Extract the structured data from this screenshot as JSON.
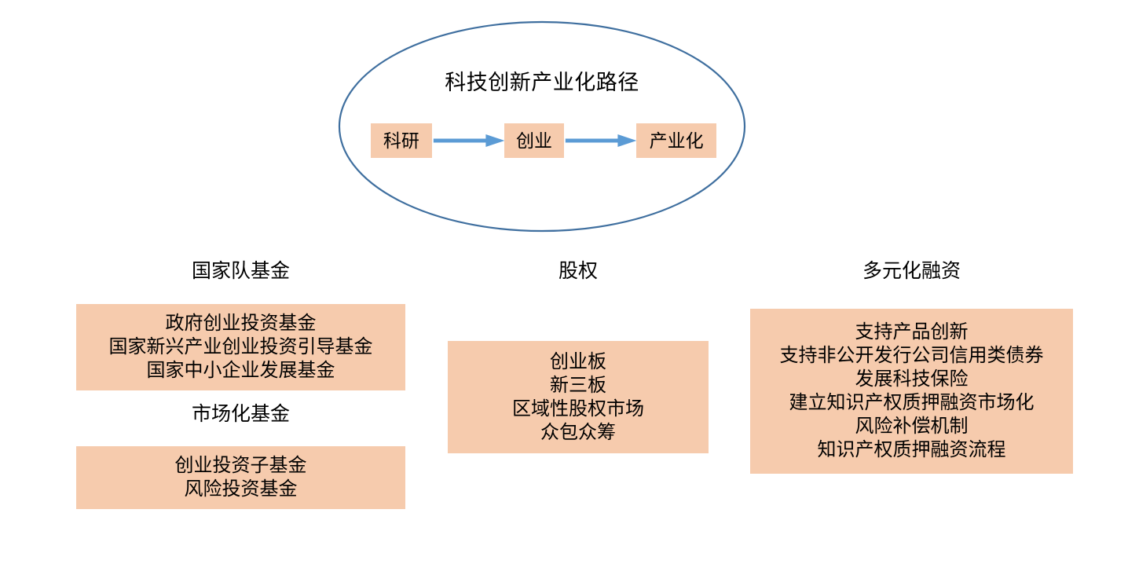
{
  "colors": {
    "box_fill": "#f6cbad",
    "ellipse_stroke": "#3f6f9f",
    "arrow": "#5b9bd5",
    "text": "#000000",
    "background": "#ffffff"
  },
  "ellipse": {
    "title": "科技创新产业化路径",
    "flow": {
      "steps": [
        "科研",
        "创业",
        "产业化"
      ],
      "arrows": [
        "arrow-right-icon",
        "arrow-right-icon"
      ]
    }
  },
  "columns": {
    "left": {
      "groups": [
        {
          "heading": "国家队基金",
          "items": [
            "政府创业投资基金",
            "国家新兴产业创业投资引导基金",
            "国家中小企业发展基金"
          ]
        },
        {
          "heading": "市场化基金",
          "items": [
            "创业投资子基金",
            "风险投资基金"
          ]
        }
      ]
    },
    "middle": {
      "groups": [
        {
          "heading": "股权",
          "items": [
            "创业板",
            "新三板",
            "区域性股权市场",
            "众包众筹"
          ]
        }
      ]
    },
    "right": {
      "groups": [
        {
          "heading": "多元化融资",
          "items": [
            "支持产品创新",
            "支持非公开发行公司信用类债券",
            "发展科技保险",
            "建立知识产权质押融资市场化",
            "风险补偿机制",
            "知识产权质押融资流程"
          ]
        }
      ]
    }
  }
}
